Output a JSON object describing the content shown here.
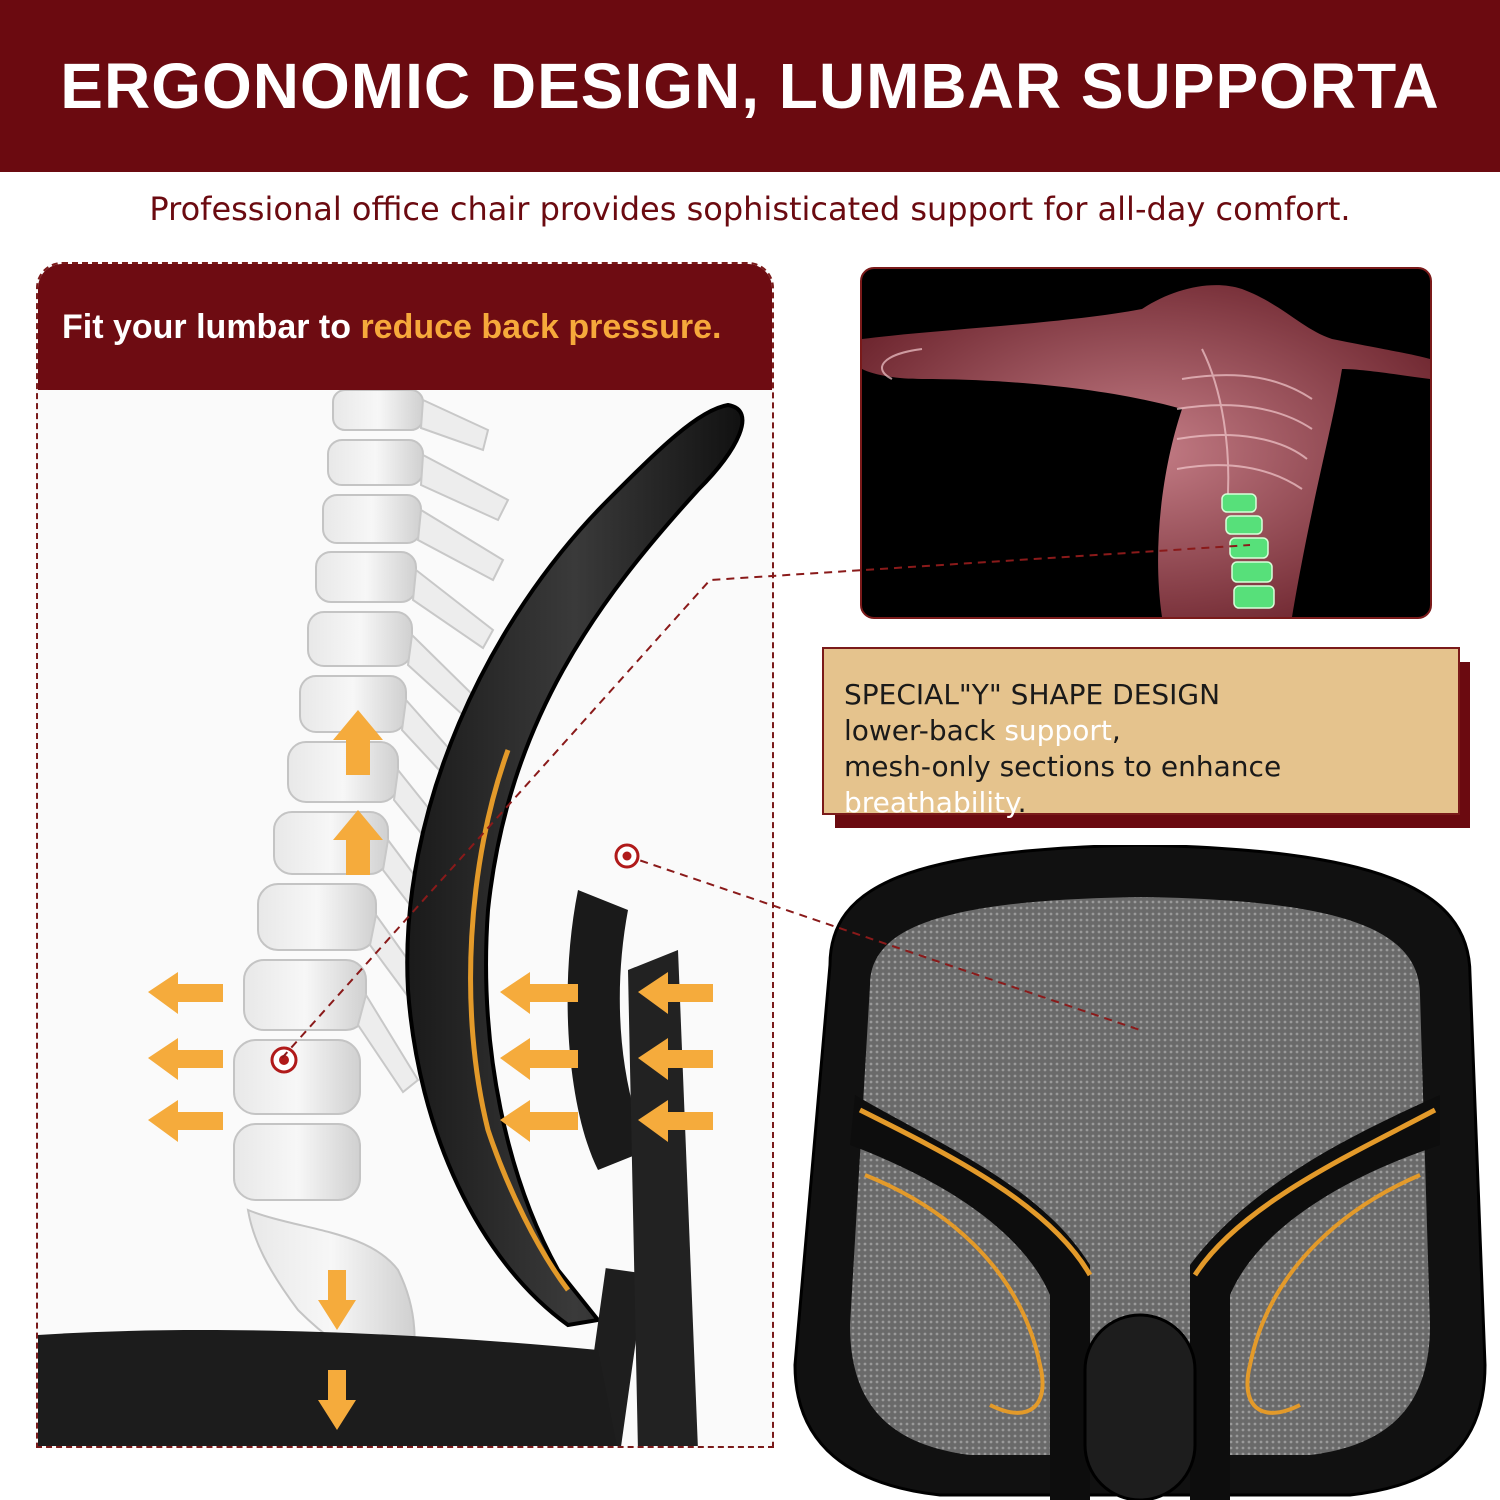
{
  "banner": {
    "title": "ERGONOMIC DESIGN, LUMBAR SUPPORTA"
  },
  "subtitle": "Professional office chair provides sophisticated support for all-day comfort.",
  "left_panel": {
    "heading_part1": "Fit your lumbar to ",
    "heading_highlight": "reduce back pressure."
  },
  "info_box": {
    "line1": "SPECIAL\"Y\" SHAPE DESIGN",
    "line2_prefix": "lower-back ",
    "line2_highlight": "support",
    "line2_suffix": ",",
    "line3_prefix": "mesh-only sections to enhance ",
    "line3_highlight": "breathability",
    "line3_suffix": "."
  },
  "colors": {
    "brand_red": "#6b0a10",
    "accent_orange": "#f6a93b",
    "info_tan": "#e5c38d"
  }
}
